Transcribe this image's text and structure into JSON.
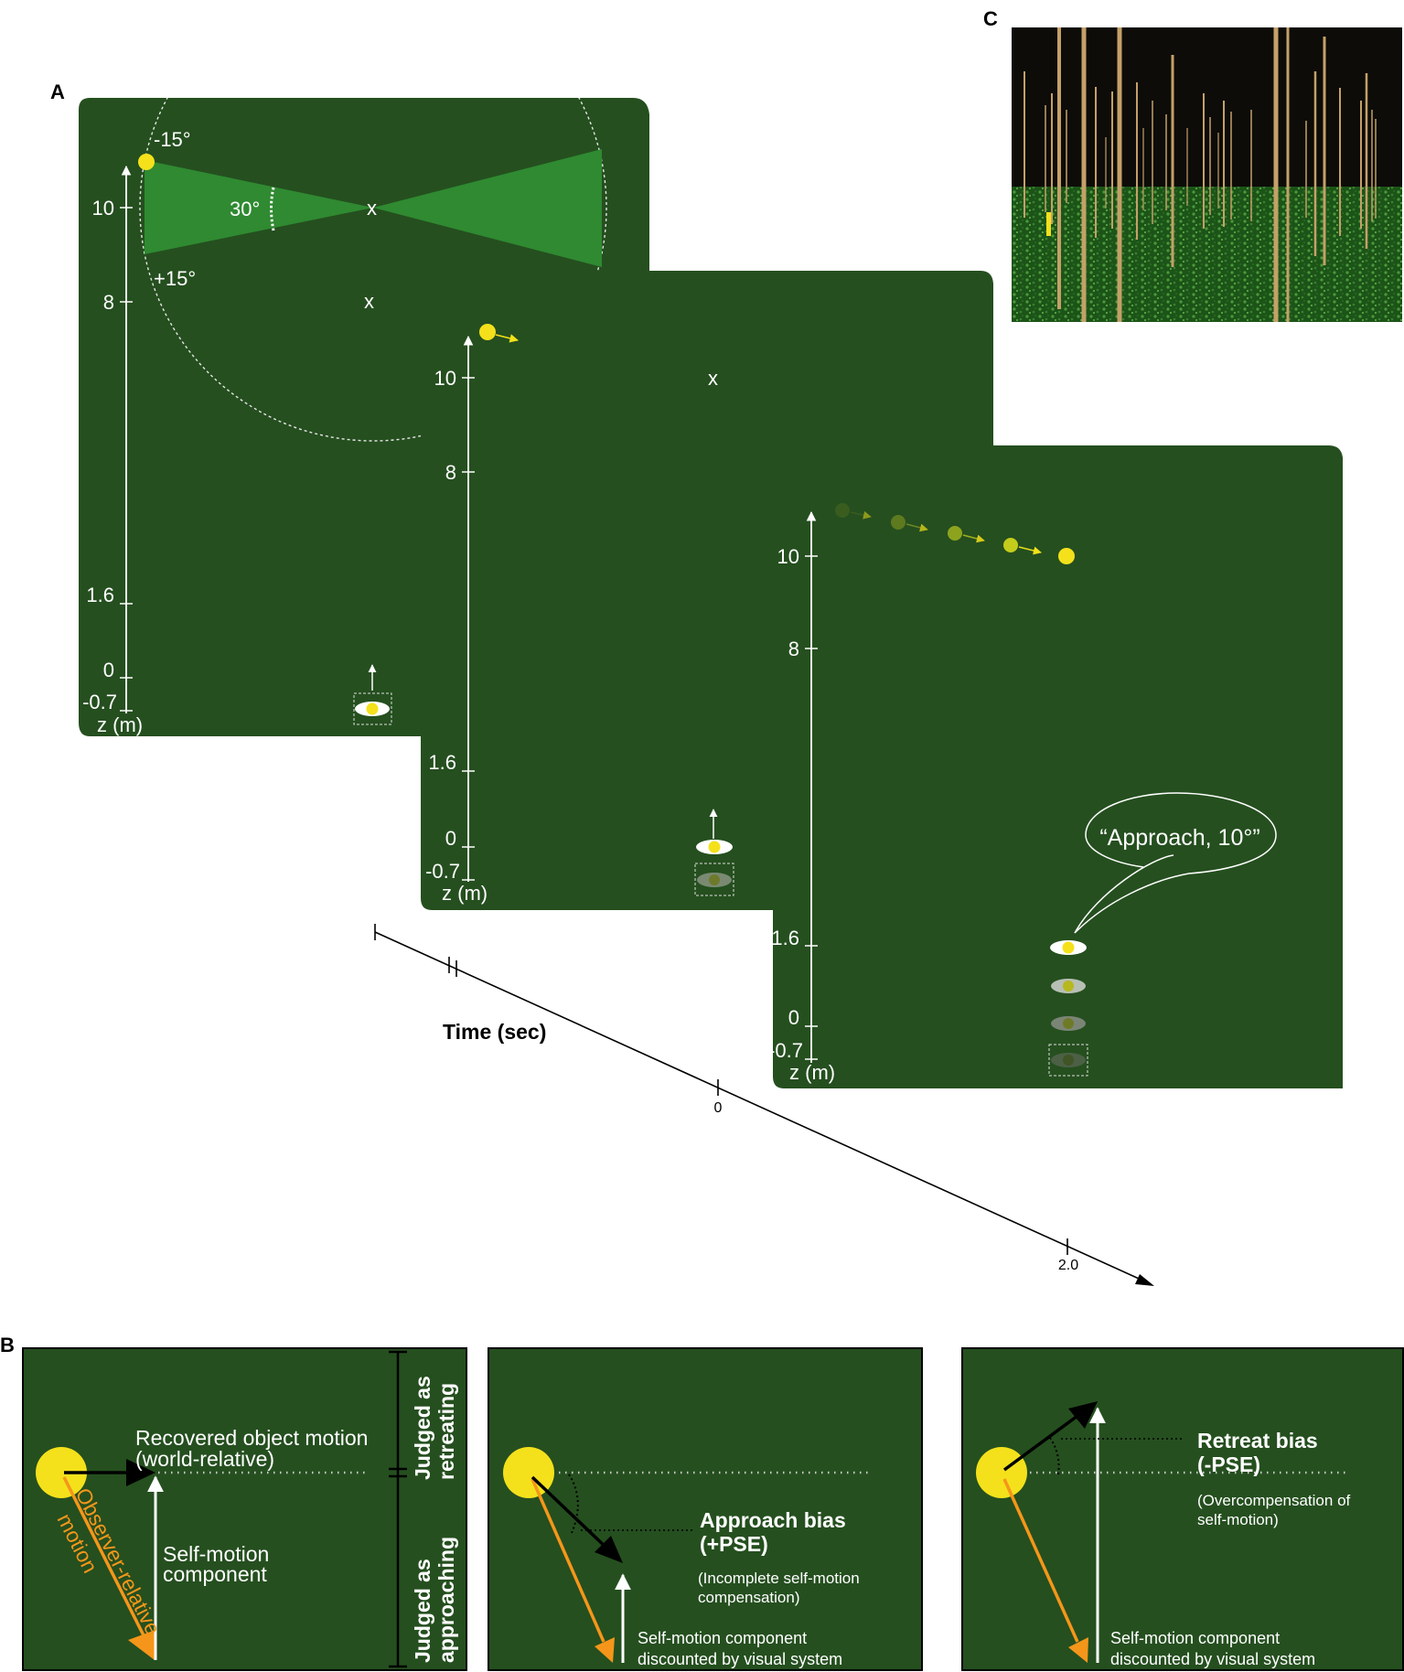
{
  "panel_labels": {
    "a": "A",
    "b": "B",
    "c": "C"
  },
  "colors": {
    "panel_bg": "#254f1f",
    "cone": "#2f8a31",
    "yellow": "#f4e11b",
    "orange": "#f5961a",
    "white": "#ffffff",
    "black": "#000000",
    "sky": "#0d0c09",
    "ground": "#1f5c1a",
    "pole": "#c5a069"
  },
  "panelA": {
    "frame1": {
      "ticks": [
        "10",
        "8",
        "1.6",
        "0",
        "-0.7"
      ],
      "axis_label": "z (m)",
      "angle_top": "-15°",
      "angle_bottom": "+15°",
      "angle_mid": "30°",
      "fixation_marks": [
        "x",
        "x"
      ]
    },
    "frame2": {
      "ticks": [
        "10",
        "8",
        "1.6",
        "0",
        "-0.7"
      ],
      "axis_label": "z (m)",
      "fixation_mark": "x"
    },
    "frame3": {
      "ticks": [
        "10",
        "8",
        "1.6",
        "0",
        "-0.7"
      ],
      "axis_label": "z (m)",
      "speech": "“Approach, 10°”"
    },
    "timeline": {
      "label": "Time (sec)",
      "ticks": [
        "0",
        "2.0"
      ]
    }
  },
  "panelB": {
    "box1": {
      "recovered_line1": "Recovered object motion",
      "recovered_line2": "(world-relative)",
      "self_motion_line1": "Self-motion",
      "self_motion_line2": "component",
      "observer_line1": "Observer-relative",
      "observer_line2": "motion",
      "judged_retreating_line1": "Judged as",
      "judged_retreating_line2": "retreating",
      "judged_approaching_line1": "Judged as",
      "judged_approaching_line2": "approaching"
    },
    "box2": {
      "bias_line1": "Approach bias",
      "bias_line2": "(+PSE)",
      "note_line1": "(Incomplete self-motion",
      "note_line2": "compensation)",
      "discount_line1": "Self-motion component",
      "discount_line2": "discounted by visual system"
    },
    "box3": {
      "bias_line1": "Retreat bias",
      "bias_line2": "(-PSE)",
      "note_line1": "(Overcompensation of",
      "note_line2": "self-motion)",
      "discount_line1": "Self-motion component",
      "discount_line2": "discounted by visual system"
    }
  }
}
